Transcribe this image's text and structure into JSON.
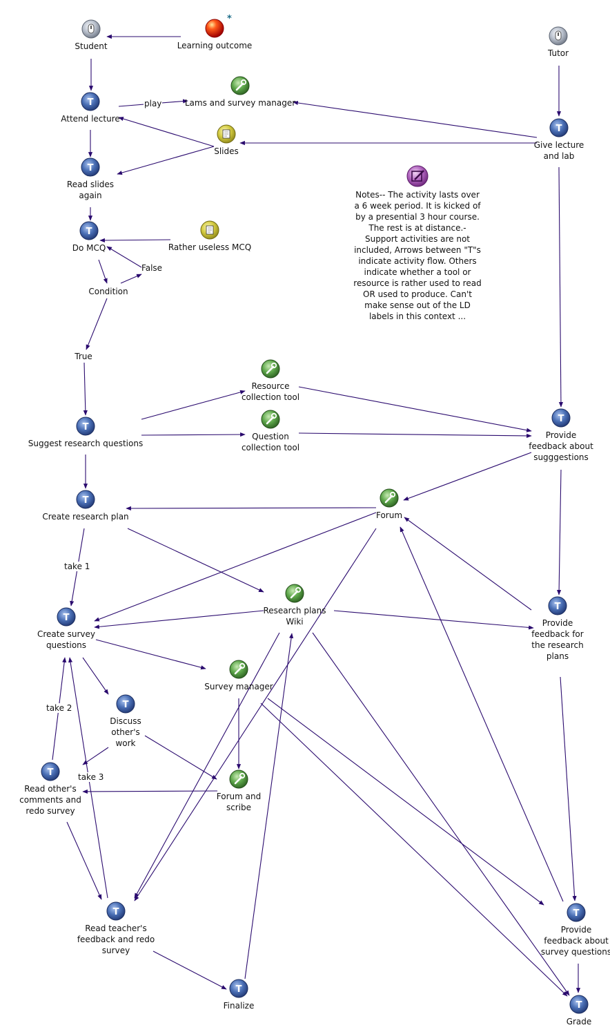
{
  "colors": {
    "edge": "#2a0a6e",
    "activity": "#3b5ea8",
    "role": "#b8bec8",
    "tool": "#4c9a3c",
    "resource": "#c9c23a",
    "outcome": "#e01a0a",
    "note": "#9a3aa8"
  },
  "nodes": [
    {
      "id": "student",
      "label": "Student",
      "icon": "role-icon"
    },
    {
      "id": "learning-outcome",
      "label": "Learning outcome",
      "icon": "outcome-icon",
      "mark": "*"
    },
    {
      "id": "tutor",
      "label": "Tutor",
      "icon": "role-icon"
    },
    {
      "id": "attend-lecture",
      "label": "Attend lecture",
      "icon": "activity-icon"
    },
    {
      "id": "lams",
      "label": "Lams and survey manager",
      "icon": "tool-icon"
    },
    {
      "id": "slides",
      "label": "Slides",
      "icon": "resource-icon"
    },
    {
      "id": "give-lecture",
      "label": "Give lecture\nand lab",
      "icon": "activity-icon"
    },
    {
      "id": "read-slides",
      "label": "Read slides\nagain",
      "icon": "activity-icon"
    },
    {
      "id": "do-mcq",
      "label": "Do MCQ",
      "icon": "activity-icon"
    },
    {
      "id": "useless-mcq",
      "label": "Rather useless MCQ",
      "icon": "resource-icon"
    },
    {
      "id": "false",
      "label": "False",
      "icon": ""
    },
    {
      "id": "condition",
      "label": "Condition",
      "icon": ""
    },
    {
      "id": "true",
      "label": "True",
      "icon": ""
    },
    {
      "id": "resource-tool",
      "label": "Resource\ncollection tool",
      "icon": "tool-icon"
    },
    {
      "id": "question-tool",
      "label": "Question\ncollection tool",
      "icon": "tool-icon"
    },
    {
      "id": "suggest",
      "label": "Suggest research questions",
      "icon": "activity-icon"
    },
    {
      "id": "feedback-sugg",
      "label": "Provide\nfeedback about\nsugggestions",
      "icon": "activity-icon"
    },
    {
      "id": "research-plan",
      "label": "Create research plan",
      "icon": "activity-icon"
    },
    {
      "id": "forum",
      "label": "Forum",
      "icon": "tool-icon"
    },
    {
      "id": "wiki",
      "label": "Research plans\nWiki",
      "icon": "tool-icon"
    },
    {
      "id": "survey-q",
      "label": "Create survey\nquestions",
      "icon": "activity-icon"
    },
    {
      "id": "feedback-plans",
      "label": "Provide\nfeedback for\nthe research\nplans",
      "icon": "activity-icon"
    },
    {
      "id": "survey-manager",
      "label": "Survey manager",
      "icon": "tool-icon"
    },
    {
      "id": "discuss",
      "label": "Discuss\nother's\nwork",
      "icon": "activity-icon"
    },
    {
      "id": "read-comments",
      "label": "Read other's\ncomments and\nredo survey",
      "icon": "activity-icon"
    },
    {
      "id": "forum-scribe",
      "label": "Forum and\nscribe",
      "icon": "tool-icon"
    },
    {
      "id": "read-feedback",
      "label": "Read teacher's\nfeedback and redo\nsurvey",
      "icon": "activity-icon"
    },
    {
      "id": "feedback-survey",
      "label": "Provide\nfeedback about\nsurvey questions",
      "icon": "activity-icon"
    },
    {
      "id": "finalize",
      "label": "Finalize",
      "icon": "activity-icon"
    },
    {
      "id": "grade",
      "label": "Grade",
      "icon": "activity-icon"
    }
  ],
  "notes": {
    "icon": "note-icon",
    "text": "Notes-- The activity lasts over a 6 week period. It is kicked of by a presential 3 hour course. The rest is at distance.- Support activities are not included, Arrows between \"T\"s indicate activity flow. Others indicate whether a tool or resource is rather used to read OR used to produce. Can't make sense out of the LD labels in this context ..."
  },
  "edge_labels": {
    "play": "play",
    "take1": "take 1",
    "take2": "take 2",
    "take3": "take 3"
  }
}
